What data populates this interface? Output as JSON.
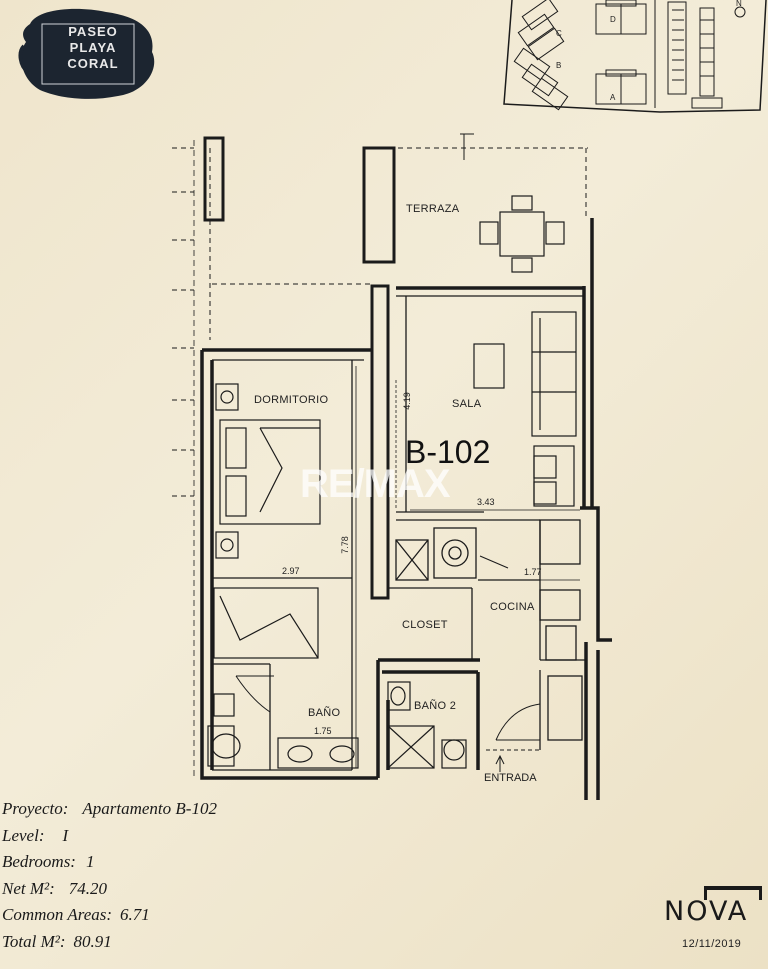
{
  "logo": {
    "lines": [
      "PASEO",
      "PLAYA",
      "CORAL"
    ]
  },
  "key_plan": {
    "building_labels": [
      "D",
      "C",
      "B",
      "A"
    ],
    "north": "N"
  },
  "unit_code": "B-102",
  "watermark": "RE/MAX",
  "rooms": {
    "terraza": "TERRAZA",
    "sala": "SALA",
    "dormitorio": "DORMITORIO",
    "cocina": "COCINA",
    "closet": "CLOSET",
    "bano": "BAÑO",
    "bano2": "BAÑO 2",
    "entrada": "ENTRADA"
  },
  "dimensions": {
    "sala_depth": "4.19",
    "sala_width": "3.43",
    "bedroom_width": "2.97",
    "total_depth": "7.78",
    "kitchen_width": "1.77",
    "bath_width": "1.75"
  },
  "info": {
    "proyecto_label": "Proyecto:",
    "proyecto_value": "Apartamento B-102",
    "level_label": "Level:",
    "level_value": "I",
    "bedrooms_label": "Bedrooms:",
    "bedrooms_value": "1",
    "net_label": "Net M²:",
    "net_value": "74.20",
    "common_label": "Common Areas:",
    "common_value": "6.71",
    "total_label": "Total M²:",
    "total_value": "80.91"
  },
  "brand": "NOVA",
  "date": "12/11/2019"
}
